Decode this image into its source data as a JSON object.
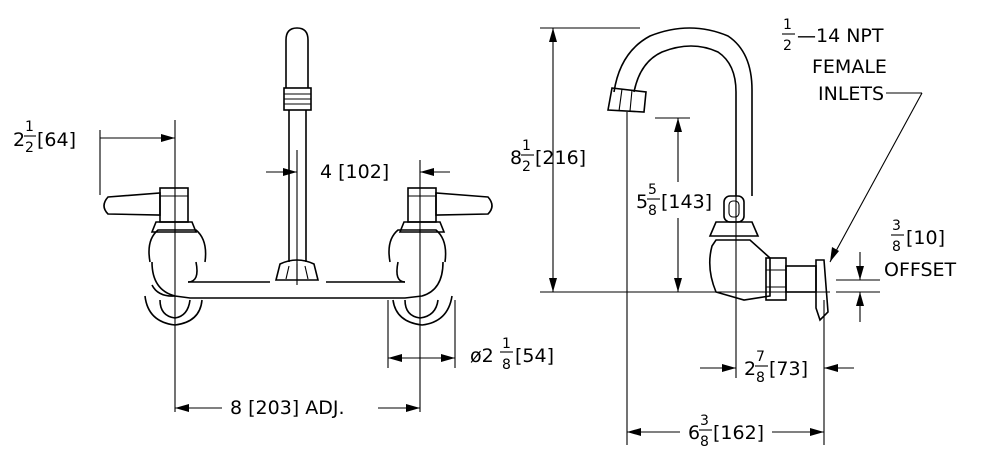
{
  "dimensions": {
    "handle_height": {
      "whole": "2",
      "num": "1",
      "den": "2",
      "metric": "[64]"
    },
    "spout_offset": "4 [102]",
    "center_spacing": "8 [203] ADJ.",
    "flange_diameter": {
      "prefix": "ø2",
      "num": "1",
      "den": "8",
      "metric": "[54]"
    },
    "overall_height": {
      "whole": "8",
      "num": "1",
      "den": "2",
      "metric": "[216]"
    },
    "spout_clearance": {
      "whole": "5",
      "num": "5",
      "den": "8",
      "metric": "[143]"
    },
    "wall_to_body": {
      "whole": "2",
      "num": "7",
      "den": "8",
      "metric": "[73]"
    },
    "spout_reach": {
      "whole": "6",
      "num": "3",
      "den": "8",
      "metric": "[162]"
    },
    "offset": {
      "num": "3",
      "den": "8",
      "metric": "[10]",
      "label": "OFFSET"
    }
  },
  "inlet_note": {
    "num": "1",
    "den": "2",
    "line1": "—14 NPT",
    "line2": "FEMALE",
    "line3": "INLETS"
  }
}
